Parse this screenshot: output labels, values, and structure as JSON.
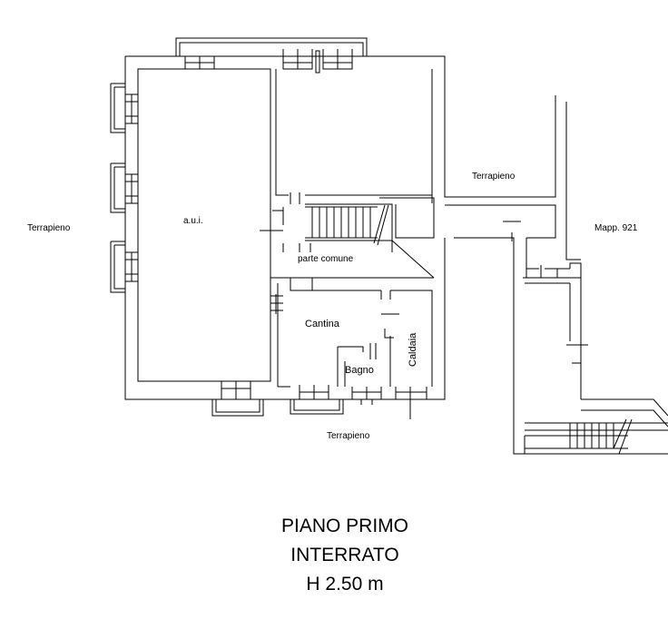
{
  "labels": {
    "aui": "a.u.i.",
    "terrapieno_left": "Terrapieno",
    "terrapieno_top": "Terrapieno",
    "terrapieno_bottom": "Terrapieno",
    "mappale": "Mapp. 921",
    "parte_comune": "parte comune",
    "cantina": "Cantina",
    "bagno": "Bagno",
    "caldaia": "Caldaia"
  },
  "title": {
    "line1": "PIANO PRIMO",
    "line2": "INTERRATO",
    "line3": "H 2.50 m"
  },
  "colors": {
    "ink": "#000000",
    "paper": "#ffffff"
  }
}
